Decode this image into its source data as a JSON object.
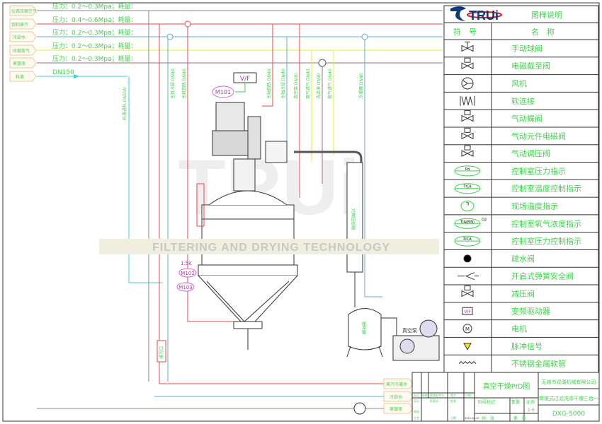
{
  "utility_lines": [
    {
      "label": "仪表压缩空气",
      "spec": "压力：0.2～0.3Mpa；耗量：",
      "color": "#888888"
    },
    {
      "label": "饱和蒸汽",
      "spec": "压力：0.4～0.6Mpa；耗量：",
      "color": "#e8454a"
    },
    {
      "label": "冷却水",
      "spec": "压力：0.2～0.3Mpa；耗量：",
      "color": "#5fa8d8"
    },
    {
      "label": "压缩氮气",
      "spec": "压力：0.2～0.3Mpa；耗量：",
      "color": "#e8e83a"
    },
    {
      "label": "蒸馏液",
      "spec": "压力：0.2～0.3Mpa；耗量：",
      "color": "#a07080"
    },
    {
      "label": "料液",
      "spec": "DN150",
      "color": "#40d0e0"
    }
  ],
  "return_lines": [
    {
      "label": "蒸汽冷凝水",
      "color": "#e8454a"
    },
    {
      "label": "冷却水",
      "color": "#5fa8d8"
    },
    {
      "label": "蒸馏液",
      "color": "#888888"
    }
  ],
  "pipe_labels": [
    "料液进料 DN150",
    "主机冷却 DN40",
    "主机加热 DN40",
    "主轴加热 DN40",
    "主轴冷却 DN40",
    "真空泵 DN20",
    "氮气进气 DN40",
    "洗涤液 DN50",
    "氮气进气 DN40",
    "冷凝器 DN40"
  ],
  "equipment": {
    "vf": "V/F",
    "motors": [
      "M101",
      "M102",
      "M103"
    ],
    "speed": "1.5K",
    "condenser": "冷凝回收器",
    "buffer_tank": "缓冲罐",
    "vacuum_pump": "真空泵",
    "drain": "排污口"
  },
  "watermark": {
    "brand": "TRUi",
    "tagline": "FILTERING AND DRYING TECHNOLOGY"
  },
  "legend": {
    "title": "图样说明",
    "col_symbol": "符　号",
    "col_name": "名　称",
    "items": [
      {
        "symbol": "manual-ball-valve",
        "name": "手动球阀"
      },
      {
        "symbol": "solenoid-stop-valve",
        "name": "电磁截至阀"
      },
      {
        "symbol": "fan",
        "name": "风机"
      },
      {
        "symbol": "flexible-joint",
        "name": "软连接"
      },
      {
        "symbol": "pneumatic-butterfly-valve",
        "name": "气动蝶阀"
      },
      {
        "symbol": "pneumatic-solenoid-valve",
        "name": "气动元件电磁阀"
      },
      {
        "symbol": "pneumatic-pressure-regulator",
        "name": "气动调压阀"
      },
      {
        "symbol": "Pd",
        "name": "控制室压力指示"
      },
      {
        "symbol": "TICA",
        "name": "控制室温度控制指示"
      },
      {
        "symbol": "TI",
        "name": "现场温度指示"
      },
      {
        "symbol": "TIA(MN)",
        "name": "控制室氧气浓度指示"
      },
      {
        "symbol": "PICA",
        "name": "控制室压力控制指示"
      },
      {
        "symbol": "steam-trap",
        "name": "疏水阀"
      },
      {
        "symbol": "spring-safety-valve",
        "name": "开启式弹簧安全阀"
      },
      {
        "symbol": "reducing-valve",
        "name": "减压阀"
      },
      {
        "symbol": "V/F",
        "name": "变频驱动器"
      },
      {
        "symbol": "M",
        "name": "电机"
      },
      {
        "symbol": "pulse-signal",
        "name": "脉冲信号"
      },
      {
        "symbol": "metal-hose",
        "name": "不锈钢金属软管"
      }
    ],
    "o2": "O2"
  },
  "title_block": {
    "drawing_title": "真空干燥PID图",
    "company": "无锡市双瑞机械有限公司",
    "product": "筒锥式过滤洗涤干燥三合一",
    "model": "DXG-5000",
    "scale_label": "比例",
    "scale": "1:5",
    "stage_label": "阶段标记",
    "weight_label": "重量",
    "sheets_label": "共　张",
    "sheet_label": "第　张",
    "design": "设计",
    "check": "审核",
    "process": "工艺",
    "standard": "标准化",
    "approve": "批准",
    "date_label": "日期",
    "date": "2015-08-12",
    "rev_headers": [
      "标记",
      "处数",
      "更改文件号",
      "签字",
      "日期"
    ]
  }
}
